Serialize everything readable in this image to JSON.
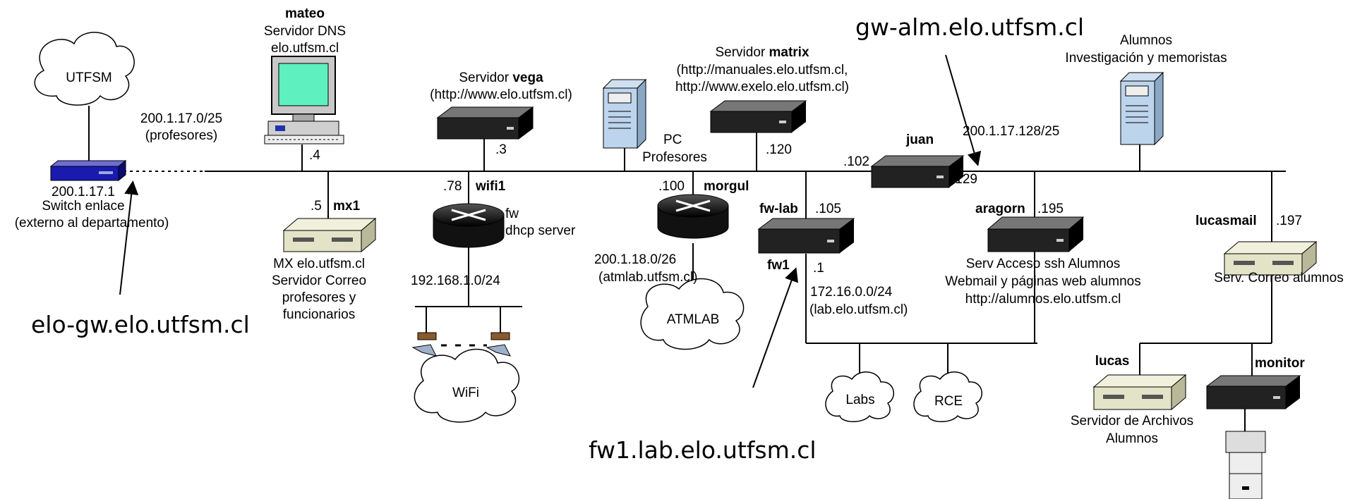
{
  "clouds": {
    "utfsm": "UTFSM",
    "atmlab": "ATMLAB",
    "wifi": "WiFi",
    "labs": "Labs",
    "rce": "RCE"
  },
  "switch": {
    "ip": "200.1.17.1",
    "name": "Switch enlace",
    "note": "(externo al departamento)"
  },
  "subnet_prof": {
    "net": "200.1.17.0/25",
    "label": "(profesores)"
  },
  "mateo": {
    "name": "mateo",
    "role": "Servidor DNS",
    "domain": "elo.utfsm.cl",
    "ip": ".4"
  },
  "mx1": {
    "ip": ".5",
    "name": "mx1",
    "line1": "MX elo.utfsm.cl",
    "line2": "Servidor Correo",
    "line3": "profesores y",
    "line4": "funcionarios"
  },
  "vega": {
    "prefix": "Servidor ",
    "name": "vega",
    "url": "(http://www.elo.utfsm.cl)",
    "ip": ".3"
  },
  "wifi1": {
    "ip": ".78",
    "name": "wifi1",
    "role1": "fw",
    "role2": "dhcp server",
    "net": "192.168.1.0/24"
  },
  "pc": {
    "line1": "PC",
    "line2": "Profesores"
  },
  "morgul": {
    "ip": ".100",
    "name": "morgul",
    "net": "200.1.18.0/26",
    "domain": "(atmlab.utfsm.cl)"
  },
  "matrix": {
    "prefix": "Servidor ",
    "name": "matrix",
    "url1": "(http://manuales.elo.utfsm.cl,",
    "url2": "http://www.exelo.elo.utfsm.cl)",
    "ip": ".120"
  },
  "juan": {
    "name": "juan",
    "ip_left": ".102",
    "ip_right": ".129"
  },
  "fwlab": {
    "name": "fw-lab",
    "ip": ".105",
    "inner_name": "fw1",
    "inner_ip": ".1",
    "net": "172.16.0.0/24",
    "domain": "(lab.elo.utfsm.cl)"
  },
  "subnet_alum": {
    "net": "200.1.17.128/25"
  },
  "alumnos": {
    "line1": "Alumnos",
    "line2": "Investigación y memoristas"
  },
  "aragorn": {
    "name": "aragorn",
    "ip": ".195",
    "line1": "Serv Acceso ssh Alumnos",
    "line2": "Webmail y páginas web alumnos",
    "line3": "http://alumnos.elo.utfsm.cl"
  },
  "lucasmail": {
    "name": "lucasmail",
    "ip": ".197",
    "role": "Serv. Correo alumnos"
  },
  "lucas": {
    "name": "lucas",
    "line1": "Servidor de Archivos",
    "line2": "Alumnos"
  },
  "monitor": {
    "name": "monitor"
  },
  "callouts": {
    "elo_gw": "elo-gw.elo.utfsm.cl",
    "gw_alm": "gw-alm.elo.utfsm.cl",
    "fw1": "fw1.lab.elo.utfsm.cl"
  }
}
